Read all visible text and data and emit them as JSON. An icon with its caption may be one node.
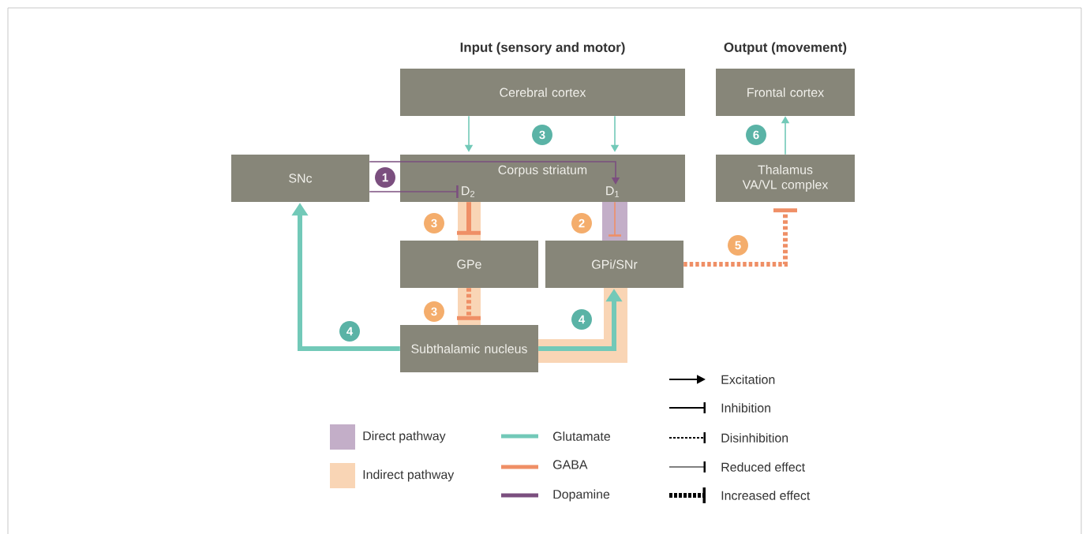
{
  "diagram": {
    "nodes": [
      {
        "text": [
          "Cerebral cortex"
        ],
        "beside": [
          "Input (sensory and motor)"
        ]
      },
      {
        "text": [
          "Frontal cortex"
        ],
        "beside": [
          "Output (movement)"
        ]
      },
      {
        "text": [
          "SNc"
        ]
      },
      {
        "text": [
          "Corpus striatum"
        ]
      },
      {
        "text": [
          "D$_{2}$"
        ],
        "in": 3
      },
      {
        "text": [
          "D$_{1}$"
        ],
        "in": 3
      },
      {
        "text": [
          "Thalamus VA/VL complex"
        ]
      },
      {
        "text": [
          "GPe"
        ]
      },
      {
        "text": [
          "GPi/SNr"
        ]
      },
      {
        "text": [
          "Subthalamic nucleus"
        ]
      }
    ],
    "edges": [
      {
        "from": 0,
        "to": 3,
        "arrow": "to"
      },
      {
        "from": 0,
        "to": 3,
        "arrow": "to"
      },
      {
        "from": 2,
        "to": 5,
        "arrow": "to",
        "color": "#7b4f7f"
      },
      {
        "from": 2,
        "to": 4,
        "arrow": "other",
        "color": "#7b4f7f"
      },
      {
        "from": 3,
        "to": 7,
        "arrow": "other",
        "style": "thick",
        "color": "#ef8f66"
      },
      {
        "from": 3,
        "to": 8,
        "arrow": "other",
        "color": "#ef8f66"
      },
      {
        "from": 7,
        "to": 9,
        "arrow": "other",
        "style": "dashed",
        "color": "#ef8f66"
      },
      {
        "from": 9,
        "to": 2,
        "arrow": "to",
        "style": "thick"
      },
      {
        "from": 9,
        "to": 8,
        "arrow": "to",
        "style": "thick"
      },
      {
        "from": 8,
        "to": 6,
        "arrow": "other",
        "style": "dashed",
        "color": "#ef8f66"
      },
      {
        "from": 6,
        "to": 1,
        "arrow": "to"
      }
    ],
    "labels": [
      "3",
      "6",
      "1",
      "3",
      "2",
      "5",
      "3",
      "4",
      "4"
    ],
    "legend": [
      {
        "text": "Direct pathway",
        "color": "#c3aec8"
      },
      {
        "text": "Indirect pathway",
        "color": "#f9d5b5"
      },
      {
        "text": "Glutamate",
        "color": "#72c9b8"
      },
      {
        "text": "GABA",
        "color": "#ef8f66"
      },
      {
        "text": "Dopamine",
        "color": "#7b4f7f"
      },
      {
        "text": "Excitation"
      },
      {
        "text": "Inhibition"
      },
      {
        "text": "Disinhibition"
      },
      {
        "text": "Reduced effect"
      },
      {
        "text": "Increased effect"
      }
    ]
  }
}
